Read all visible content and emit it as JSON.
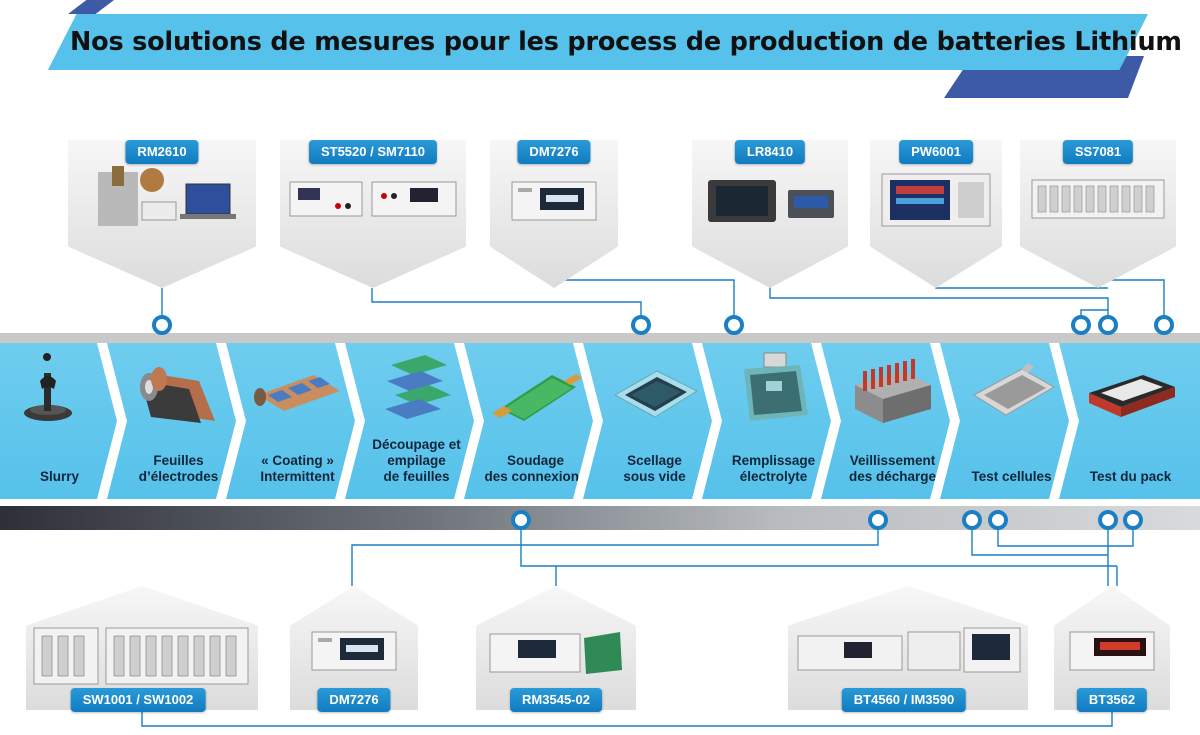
{
  "title": "Nos solutions de mesures pour les process de production de batteries Lithium",
  "colors": {
    "banner": "#56c1ea",
    "banner_accent": "#3c5aa6",
    "process_band": "#5cc3ec",
    "tag": "#1a86cc",
    "connector": "#1a7fc4"
  },
  "process_steps": [
    {
      "label": "Slurry",
      "icon": "slurry-mixer-icon"
    },
    {
      "label": "Feuilles\nd’électrodes",
      "icon": "electrode-rolls-icon"
    },
    {
      "label": "« Coating »\nIntermittent",
      "icon": "coated-sheet-icon"
    },
    {
      "label": "Découpage et\nempilage\nde feuilles",
      "icon": "stacked-sheets-icon"
    },
    {
      "label": "Soudage\ndes connexions",
      "icon": "welded-tab-icon"
    },
    {
      "label": "Scellage\nsous vide",
      "icon": "sealed-pouch-icon"
    },
    {
      "label": "Remplissage\nélectrolyte",
      "icon": "electrolyte-cell-icon"
    },
    {
      "label": "Veillissement\ndes décharge",
      "icon": "aging-rack-icon"
    },
    {
      "label": "Test cellules",
      "icon": "pouch-cell-icon"
    },
    {
      "label": "Test du pack",
      "icon": "battery-pack-icon"
    }
  ],
  "top_products": [
    {
      "name": "RM2610",
      "icon": "electrode-resistance-system-icon"
    },
    {
      "name": "ST5520 / SM7110",
      "icon": "insulation-tester-icon"
    },
    {
      "name": "DM7276",
      "icon": "precision-dmm-icon"
    },
    {
      "name": "LR8410",
      "icon": "wireless-logger-icon"
    },
    {
      "name": "PW6001",
      "icon": "power-analyzer-icon"
    },
    {
      "name": "SS7081",
      "icon": "switcher-mainframe-icon"
    }
  ],
  "bottom_products": [
    {
      "name": "SW1001 / SW1002",
      "icon": "switch-mainframe-icon"
    },
    {
      "name": "DM7276",
      "icon": "precision-dmm-icon"
    },
    {
      "name": "RM3545-02",
      "icon": "resistance-meter-icon"
    },
    {
      "name": "BT4560 / IM3590",
      "icon": "battery-impedance-meter-icon"
    },
    {
      "name": "BT3562",
      "icon": "battery-hitester-icon"
    }
  ]
}
